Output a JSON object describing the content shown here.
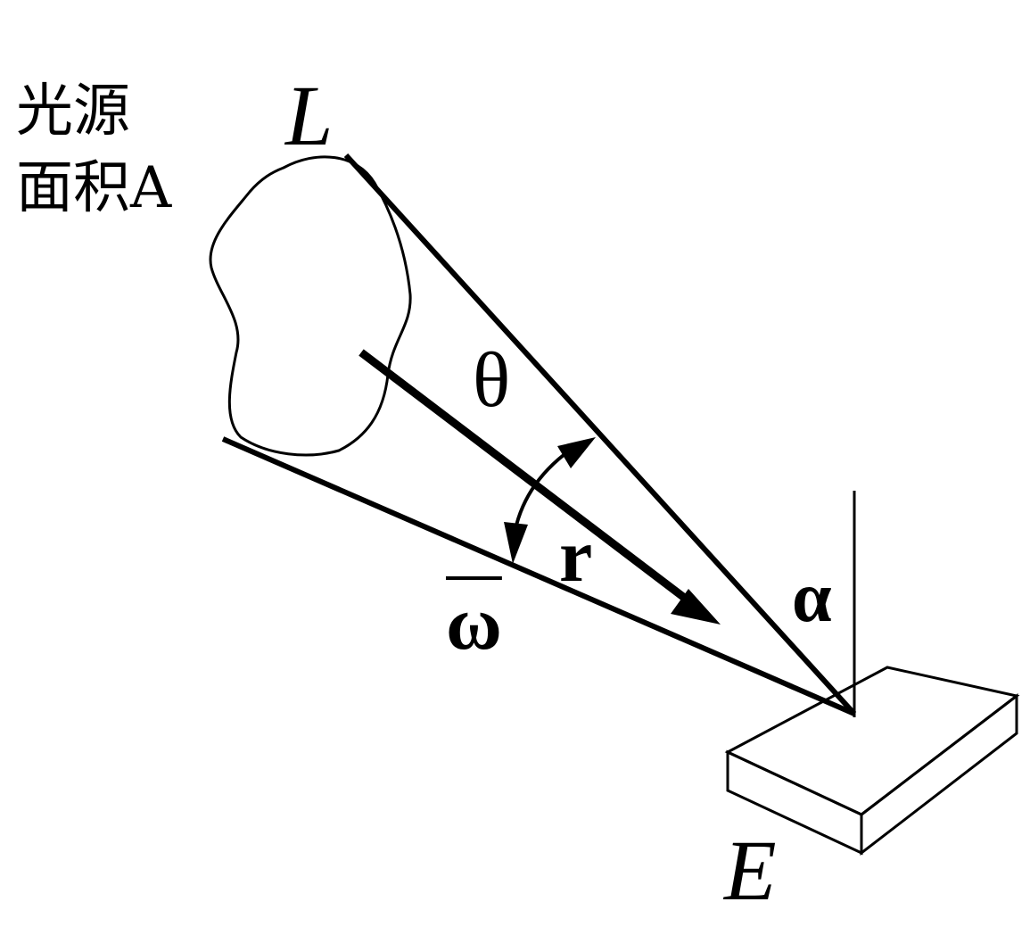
{
  "diagram": {
    "source_label": {
      "line1": "光源",
      "line2": "面积A"
    },
    "labels": {
      "luminance": "L",
      "angle_theta": "θ",
      "distance": "r",
      "solid_angle": "ω",
      "angle_alpha": "α",
      "illuminance": "E"
    }
  }
}
